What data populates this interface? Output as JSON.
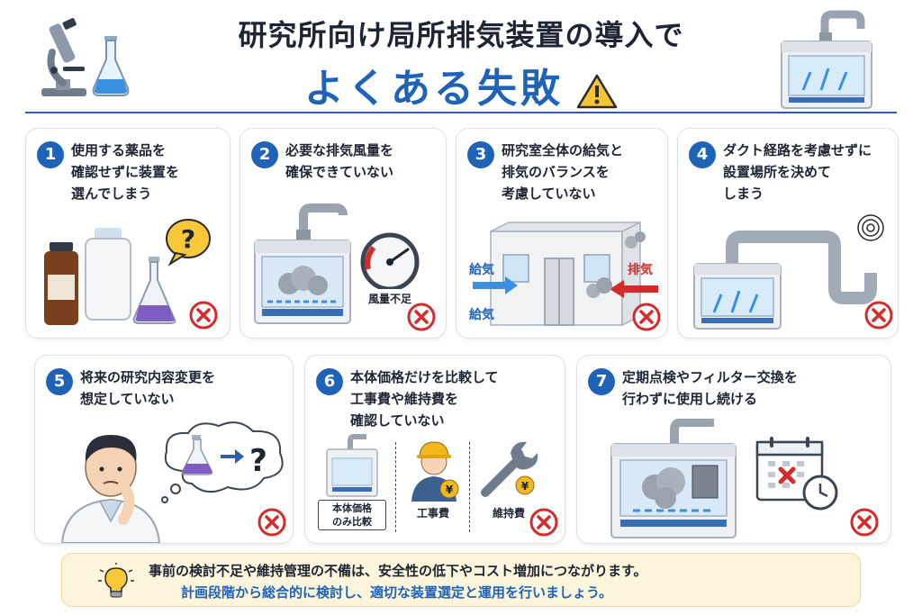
{
  "header": {
    "title_line1": "研究所向け局所排気装置の導入で",
    "title_line2": "よくある失敗"
  },
  "cards": [
    {
      "num": "1",
      "title": "使用する薬品を\n確認せずに装置を\n選んでしまう"
    },
    {
      "num": "2",
      "title": "必要な排気風量を\n確保できていない",
      "gauge_label": "風量不足"
    },
    {
      "num": "3",
      "title": "研究室全体の給気と\n排気のバランスを\n考慮していない",
      "supply_label_1": "給気",
      "supply_label_2": "給気",
      "exhaust_label": "排気"
    },
    {
      "num": "4",
      "title": "ダクト経路を考慮せずに\n設置場所を決めて\nしまう"
    },
    {
      "num": "5",
      "title": "将来の研究内容変更を\n想定していない"
    },
    {
      "num": "6",
      "title": "本体価格だけを比較して\n工事費や維持費を\n確認していない",
      "label_body": "本体価格\nのみ比較",
      "label_work": "工事費",
      "label_maint": "維持費",
      "yen": "¥"
    },
    {
      "num": "7",
      "title": "定期点検やフィルター交換を\n行わずに使用し続ける"
    }
  ],
  "footer": {
    "line1": "事前の検討不足や維持管理の不備は、安全性の低下やコスト増加につながります。",
    "line2": "計画段階から総合的に検討し、適切な装置選定と運用を行いましょう。"
  },
  "colors": {
    "accent": "#1e63b8",
    "danger": "#d42b2b",
    "footer_bg": "#fdf4dc"
  }
}
